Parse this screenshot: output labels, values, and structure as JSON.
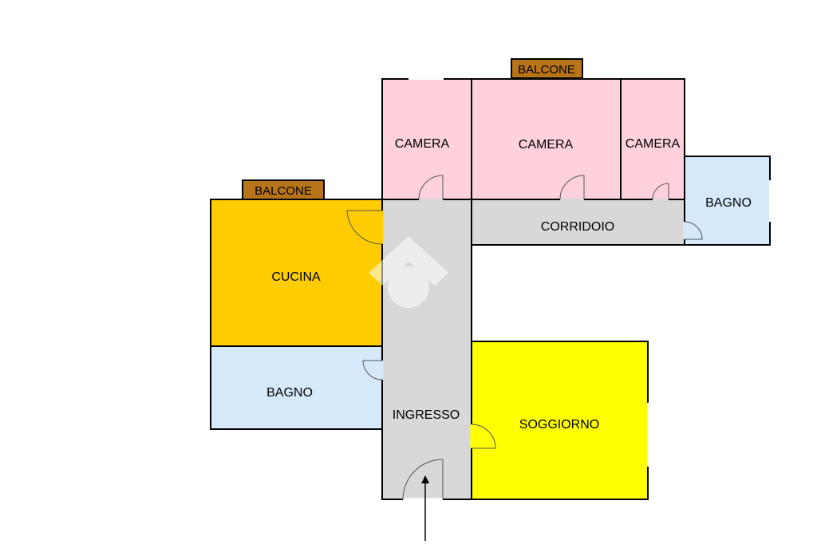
{
  "colors": {
    "bedroom": "#ffd1dc",
    "kitchen": "#ffcc00",
    "bathroom": "#d6e9fa",
    "corridor": "#d8d8d8",
    "living": "#ffff00",
    "balcony": "#b8741a",
    "wall": "#000000",
    "watermark": "#ffffff"
  },
  "rooms": {
    "camera_1": "CAMERA",
    "camera_2": "CAMERA",
    "camera_3": "CAMERA",
    "bagno_right": "BAGNO",
    "corridoio": "CORRIDOIO",
    "cucina": "CUCINA",
    "bagno_left": "BAGNO",
    "ingresso": "INGRESSO",
    "soggiorno": "SOGGIORNO"
  },
  "balconies": {
    "top": "BALCONE",
    "left": "BALCONE"
  },
  "icons": {
    "watermark": "house-logo-watermark",
    "entrance": "entrance-arrow"
  }
}
